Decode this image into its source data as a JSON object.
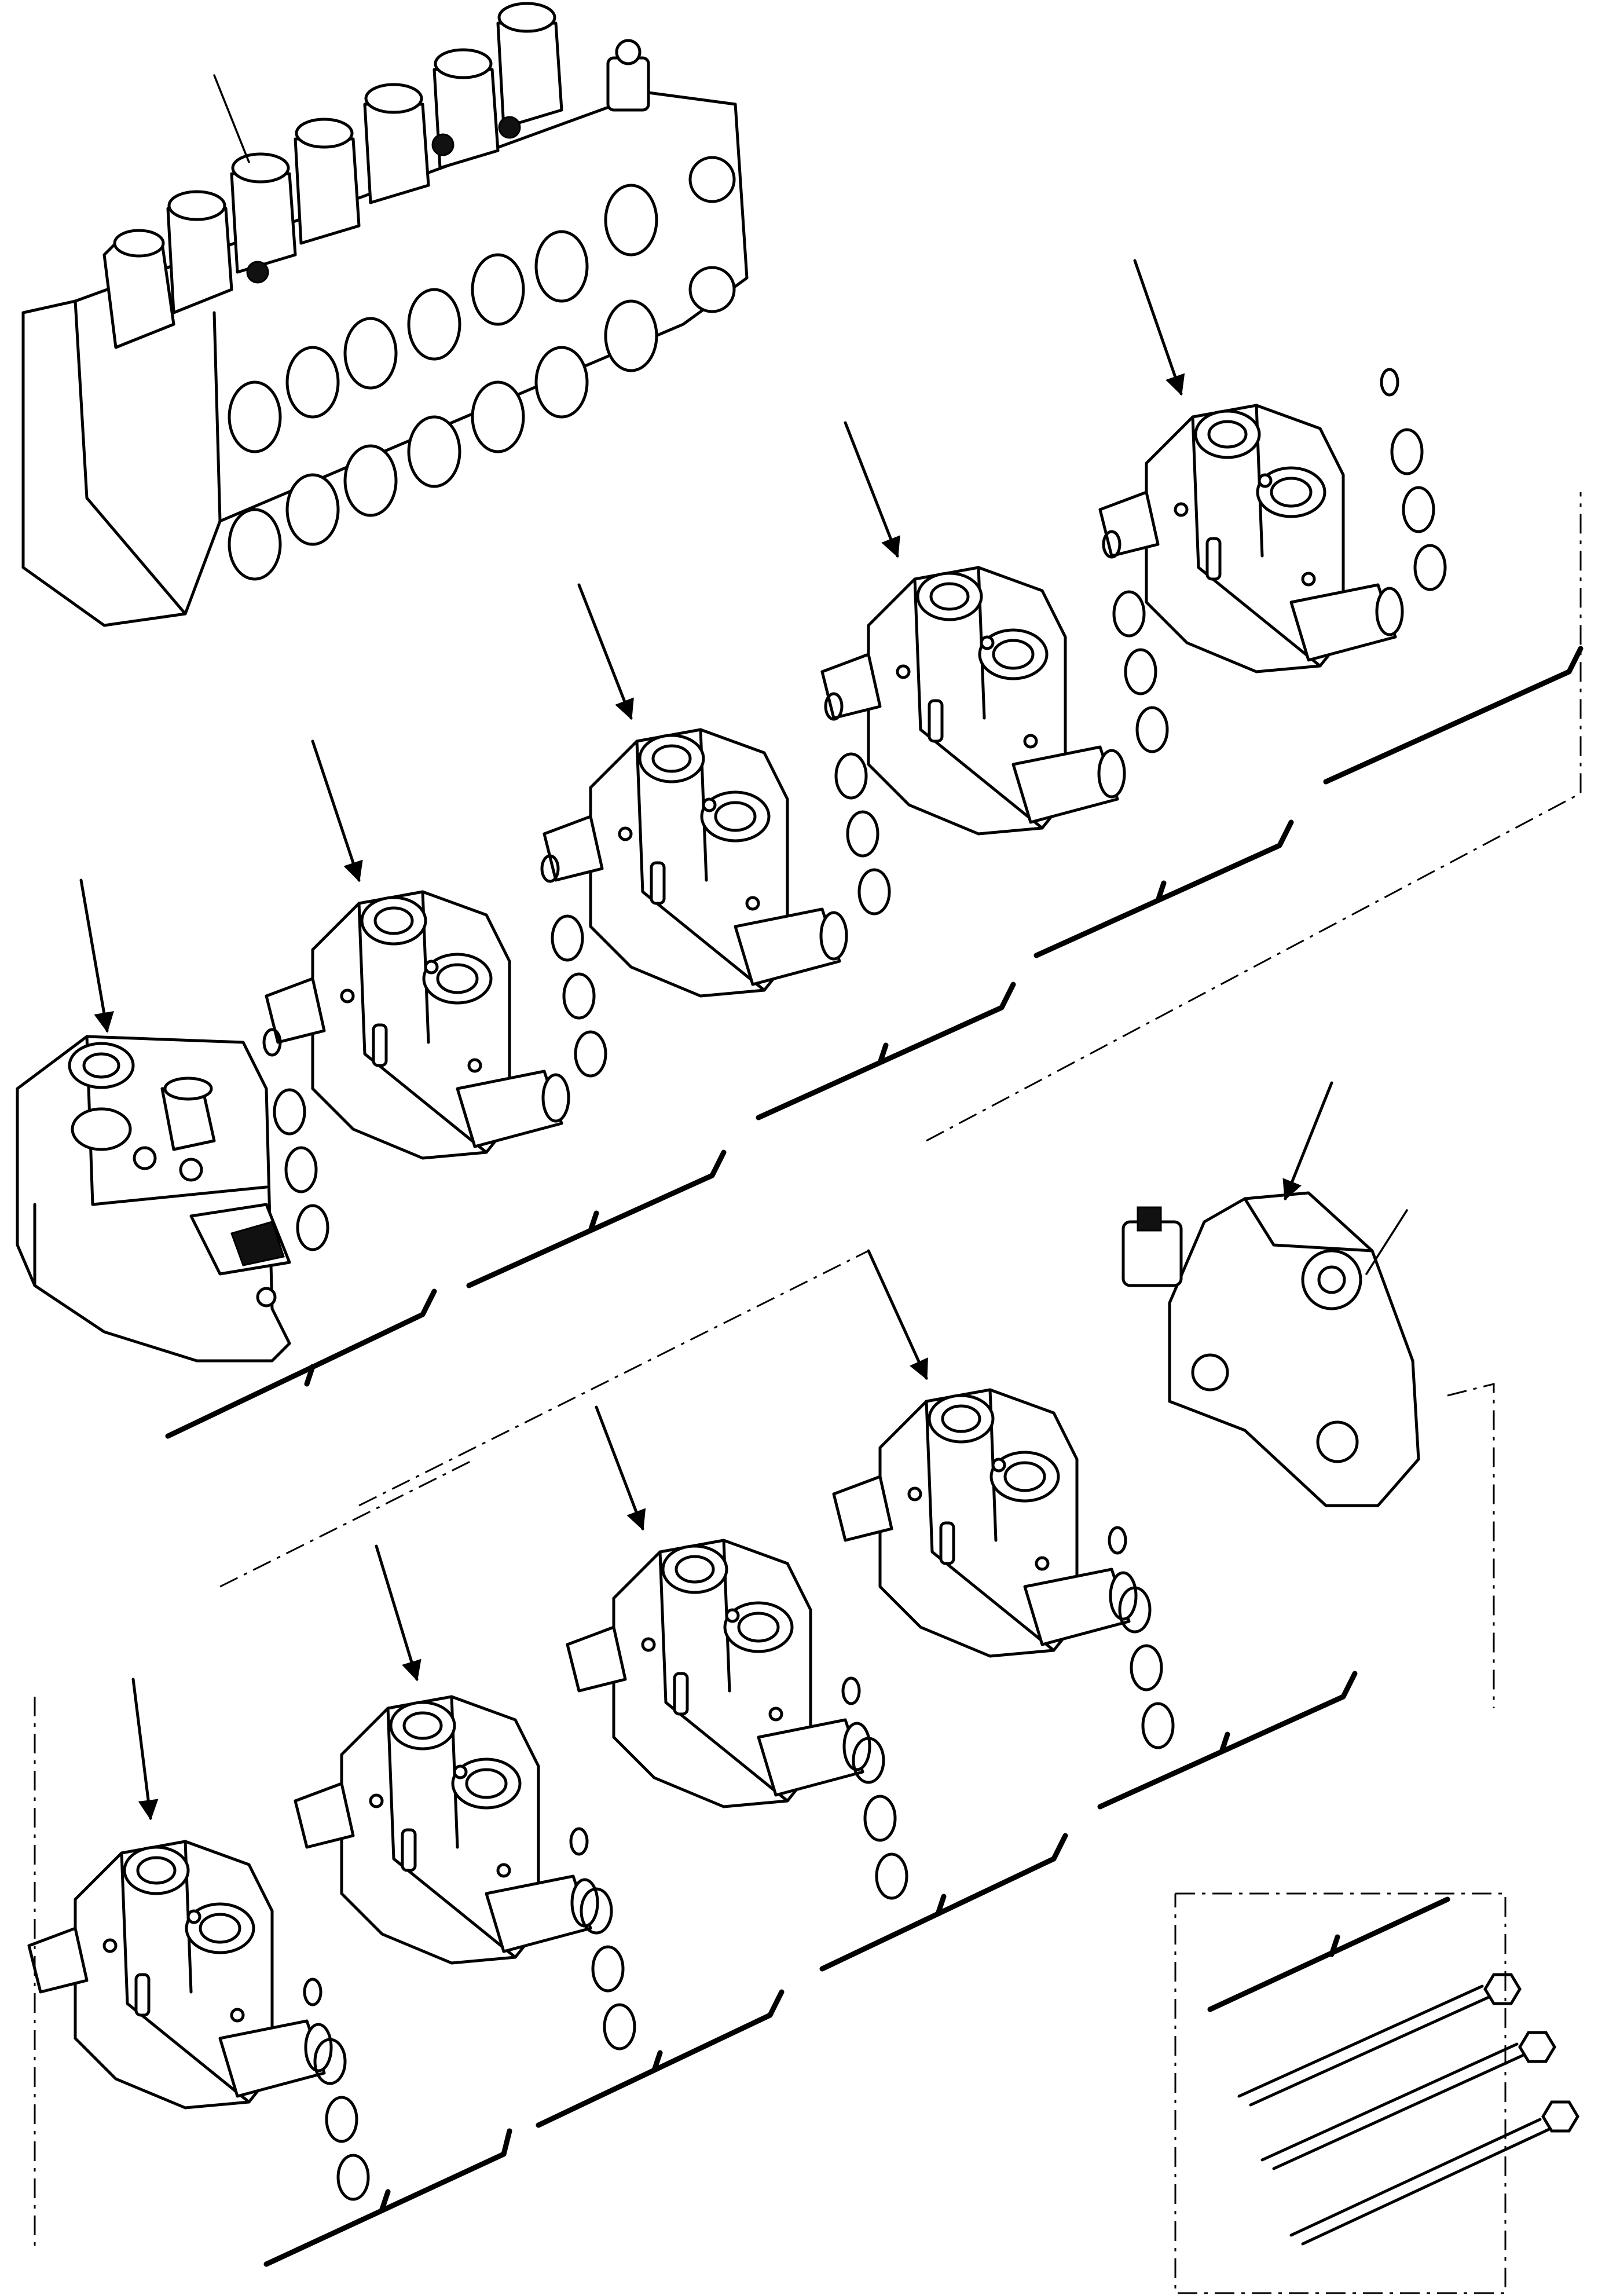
{
  "diagram": {
    "type": "exploded-view",
    "labels": [],
    "parts": {
      "assembly": "control-valve-assembly",
      "inlet": "inlet-section",
      "end": "end-section",
      "tie_rods": 3,
      "spool_sections_top_row": 4,
      "spool_sections_bottom_row": 4
    }
  }
}
